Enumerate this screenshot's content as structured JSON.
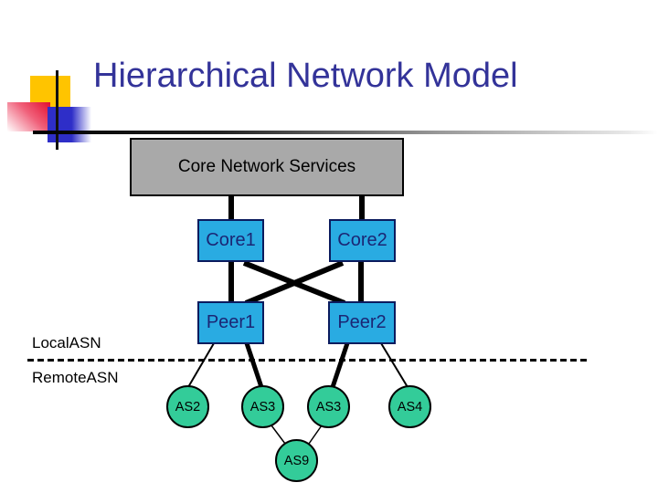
{
  "title": "Hierarchical Network Model",
  "colors": {
    "title_text": "#333399",
    "core_services_fill": "#A9A9A9",
    "node_box_fill": "#29ABE2",
    "node_box_text": "#1B2674",
    "as_circle_fill": "#33CC99",
    "line": "#000000"
  },
  "diagram": {
    "core_services_label": "Core Network Services",
    "core_nodes": [
      {
        "label": "Core1"
      },
      {
        "label": "Core2"
      }
    ],
    "peer_nodes": [
      {
        "label": "Peer1"
      },
      {
        "label": "Peer2"
      }
    ],
    "zone_local_label": "LocalASN",
    "zone_remote_label": "RemoteASN",
    "as_nodes": [
      {
        "label": "AS2"
      },
      {
        "label": "AS3"
      },
      {
        "label": "AS3"
      },
      {
        "label": "AS4"
      }
    ],
    "stub_node": {
      "label": "AS9"
    },
    "edges": [
      {
        "from": "Core Network Services",
        "to": "Core1",
        "weight": "thick"
      },
      {
        "from": "Core Network Services",
        "to": "Core2",
        "weight": "thick"
      },
      {
        "from": "Core1",
        "to": "Peer1",
        "weight": "thick"
      },
      {
        "from": "Core2",
        "to": "Peer2",
        "weight": "thick"
      },
      {
        "from": "Core1",
        "to": "Peer2",
        "weight": "thick"
      },
      {
        "from": "Core2",
        "to": "Peer1",
        "weight": "thick"
      },
      {
        "from": "Peer1",
        "to": "AS2",
        "weight": "thin"
      },
      {
        "from": "Peer1",
        "to": "AS3",
        "weight": "thick"
      },
      {
        "from": "Peer2",
        "to": "AS3",
        "weight": "thick"
      },
      {
        "from": "Peer2",
        "to": "AS4",
        "weight": "thin"
      },
      {
        "from": "AS3",
        "to": "AS9",
        "weight": "thin"
      },
      {
        "from": "AS3",
        "to": "AS9",
        "weight": "thin"
      }
    ]
  }
}
